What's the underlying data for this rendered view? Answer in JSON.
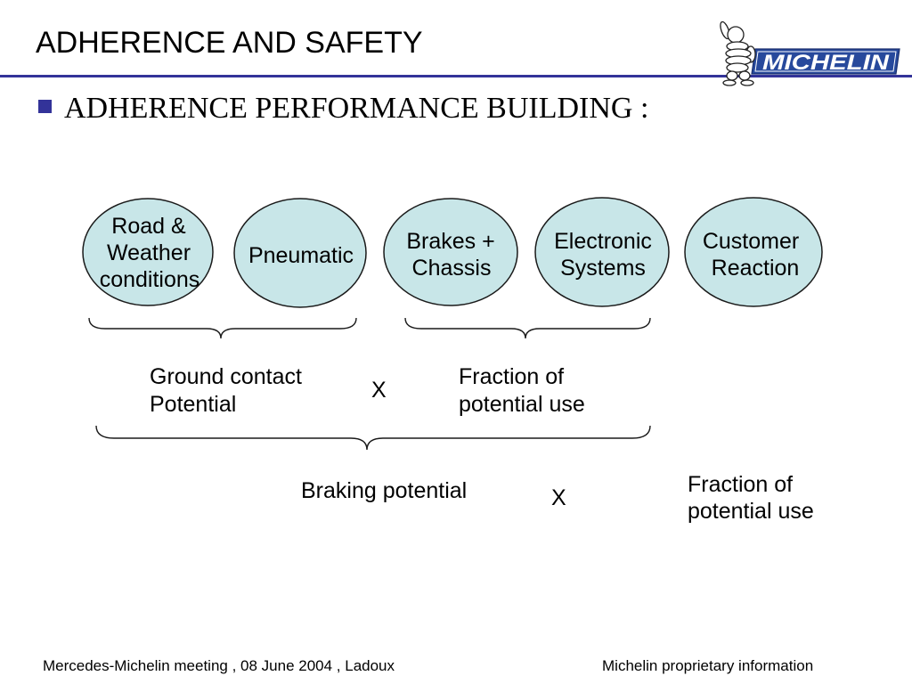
{
  "slide": {
    "title": "ADHERENCE AND SAFETY",
    "heading": "ADHERENCE PERFORMANCE BUILDING :",
    "logo": {
      "text": "MICHELIN",
      "icon": "bibendum-mascot"
    },
    "colors": {
      "accent": "#333399",
      "node_fill": "#c8e6e8",
      "logo_blue": "#27499c"
    }
  },
  "diagram": {
    "nodes": [
      {
        "lines": [
          "Road &",
          "Weather",
          "conditions"
        ]
      },
      {
        "lines": [
          "Pneumatic"
        ]
      },
      {
        "lines": [
          "Brakes +",
          "Chassis"
        ]
      },
      {
        "lines": [
          "Electronic",
          "Systems"
        ]
      },
      {
        "lines": [
          "Customer",
          "Reaction"
        ]
      }
    ],
    "level1": {
      "left": [
        "Ground contact",
        "Potential"
      ],
      "operator": "X",
      "right": [
        "Fraction of",
        "potential use"
      ]
    },
    "level2": {
      "left": "Braking potential",
      "operator": "X",
      "right": [
        "Fraction of",
        "potential use"
      ]
    }
  },
  "footer": {
    "left": "Mercedes-Michelin meeting , 08 June 2004 , Ladoux",
    "right": "Michelin proprietary information"
  }
}
